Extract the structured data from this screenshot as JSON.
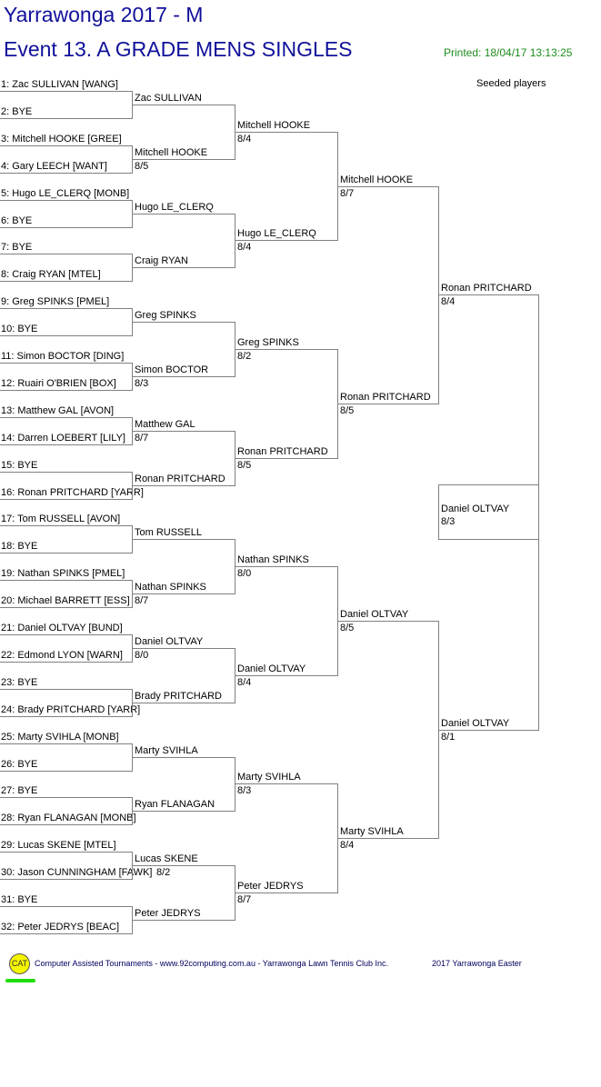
{
  "header": {
    "title": "Yarrawonga 2017 - M",
    "event": "Event 13. A GRADE MENS SINGLES",
    "printed": "Printed: 18/04/17 13:13:25",
    "seeded_label": "Seeded players"
  },
  "draw": {
    "round1": [
      "1: Zac SULLIVAN [WANG]",
      "2: BYE",
      "3: Mitchell HOOKE [GREE]",
      "4: Gary LEECH [WANT]",
      "5: Hugo LE_CLERQ [MONB]",
      "6: BYE",
      "7: BYE",
      "8: Craig RYAN [MTEL]",
      "9: Greg SPINKS [PMEL]",
      "10: BYE",
      "11: Simon BOCTOR [DING]",
      "12: Ruairi O'BRIEN [BOX]",
      "13: Matthew GAL [AVON]",
      "14: Darren LOEBERT [LILY]",
      "15: BYE",
      "16: Ronan PRITCHARD [YARR]",
      "17: Tom RUSSELL [AVON]",
      "18: BYE",
      "19: Nathan SPINKS [PMEL]",
      "20: Michael BARRETT [ESS]",
      "21: Daniel OLTVAY [BUND]",
      "22: Edmond LYON [WARN]",
      "23: BYE",
      "24: Brady PRITCHARD [YARR]",
      "25: Marty SVIHLA [MONB]",
      "26: BYE",
      "27: BYE",
      "28: Ryan FLANAGAN [MONB]",
      "29: Lucas SKENE [MTEL]",
      "30: Jason CUNNINGHAM [FAWK]",
      "31: BYE",
      "32: Peter JEDRYS [BEAC]"
    ],
    "rounds": [
      [
        {
          "name": "Zac SULLIVAN",
          "score": ""
        },
        {
          "name": "Mitchell HOOKE",
          "score": "8/5"
        },
        {
          "name": "Hugo LE_CLERQ",
          "score": ""
        },
        {
          "name": "Craig RYAN",
          "score": ""
        },
        {
          "name": "Greg SPINKS",
          "score": ""
        },
        {
          "name": "Simon BOCTOR",
          "score": "8/3"
        },
        {
          "name": "Matthew GAL",
          "score": "8/7"
        },
        {
          "name": "Ronan PRITCHARD",
          "score": ""
        },
        {
          "name": "Tom RUSSELL",
          "score": ""
        },
        {
          "name": "Nathan SPINKS",
          "score": "8/7"
        },
        {
          "name": "Daniel OLTVAY",
          "score": "8/0"
        },
        {
          "name": "Brady PRITCHARD",
          "score": ""
        },
        {
          "name": "Marty SVIHLA",
          "score": ""
        },
        {
          "name": "Ryan FLANAGAN",
          "score": ""
        },
        {
          "name": "Lucas SKENE",
          "score": "8/2"
        },
        {
          "name": "Peter JEDRYS",
          "score": ""
        }
      ],
      [
        {
          "name": "Mitchell HOOKE",
          "score": "8/4"
        },
        {
          "name": "Hugo LE_CLERQ",
          "score": "8/4"
        },
        {
          "name": "Greg SPINKS",
          "score": "8/2"
        },
        {
          "name": "Ronan PRITCHARD",
          "score": "8/5"
        },
        {
          "name": "Nathan SPINKS",
          "score": "8/0"
        },
        {
          "name": "Daniel OLTVAY",
          "score": "8/4"
        },
        {
          "name": "Marty SVIHLA",
          "score": "8/3"
        },
        {
          "name": "Peter JEDRYS",
          "score": "8/7"
        }
      ],
      [
        {
          "name": "Mitchell HOOKE",
          "score": "8/7"
        },
        {
          "name": "Ronan PRITCHARD",
          "score": "8/5"
        },
        {
          "name": "Daniel OLTVAY",
          "score": "8/5"
        },
        {
          "name": "Marty SVIHLA",
          "score": "8/4"
        }
      ],
      [
        {
          "name": "Ronan PRITCHARD",
          "score": "8/4"
        },
        {
          "name": "Daniel OLTVAY",
          "score": "8/1"
        }
      ]
    ],
    "champion": {
      "name": "Daniel OLTVAY",
      "score": "8/3"
    }
  },
  "footer": {
    "logo_text": "CAT",
    "credit": "Computer Assisted Tournaments - www.92computing.com.au -  Yarrawonga Lawn Tennis Club Inc.",
    "tournament": "2017 Yarrawonga Easter"
  }
}
